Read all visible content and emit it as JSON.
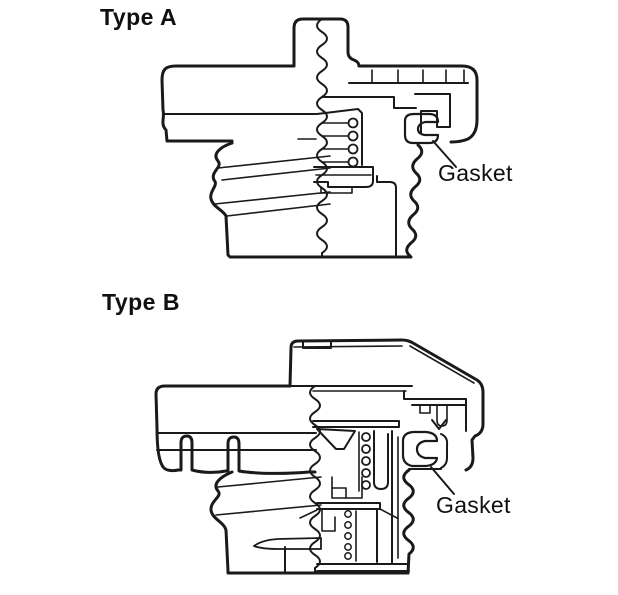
{
  "figure": {
    "background_color": "#ffffff",
    "line_color": "#1a1a1a",
    "sections": [
      {
        "id": "type-a",
        "title": "Type A",
        "callout": "Gasket"
      },
      {
        "id": "type-b",
        "title": "Type B",
        "callout": "Gasket"
      }
    ]
  }
}
